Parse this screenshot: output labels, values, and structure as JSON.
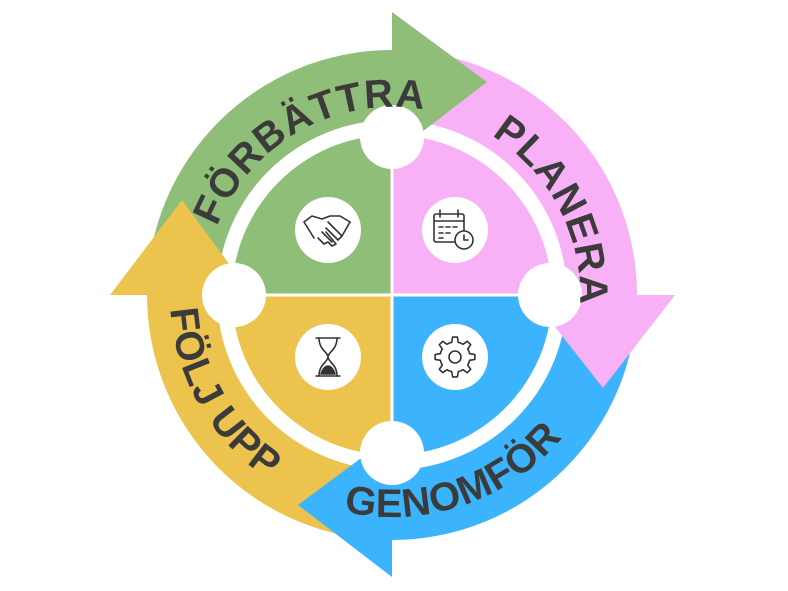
{
  "stages": [
    {
      "key": "improve",
      "label": "FÖRBÄTTRA",
      "color": "#8fbe78",
      "icon": "handshake-icon"
    },
    {
      "key": "plan",
      "label": "PLANERA",
      "color": "#f8b1f6",
      "icon": "calendar-clock-icon"
    },
    {
      "key": "do",
      "label": "GENOMFÖR",
      "color": "#3cb4fd",
      "icon": "gear-icon"
    },
    {
      "key": "follow",
      "label": "FÖLJ UPP",
      "color": "#ecc34c",
      "icon": "hourglass-icon"
    }
  ]
}
